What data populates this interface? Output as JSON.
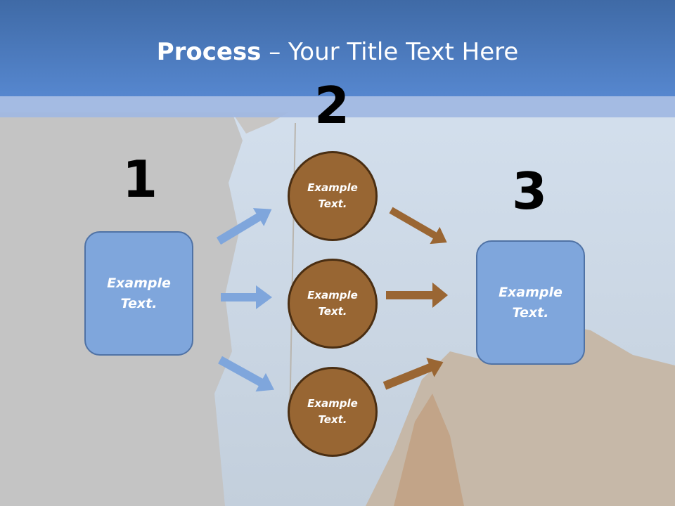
{
  "title": {
    "bold": "Process",
    "rest": " – Your Title Text Here"
  },
  "steps": {
    "one": "1",
    "two": "2",
    "three": "3"
  },
  "nodes": {
    "left_box": "Example\nText.",
    "right_box": "Example\nText.",
    "circle_top": "Example\nText.",
    "circle_middle": "Example\nText.",
    "circle_bottom": "Example\nText."
  },
  "colors": {
    "header": "#4a78bd",
    "box_fill": "#7fa6dc",
    "circle_fill": "#986633",
    "blue_arrow": "#7fa6dc",
    "brown_arrow": "#9a6633"
  }
}
